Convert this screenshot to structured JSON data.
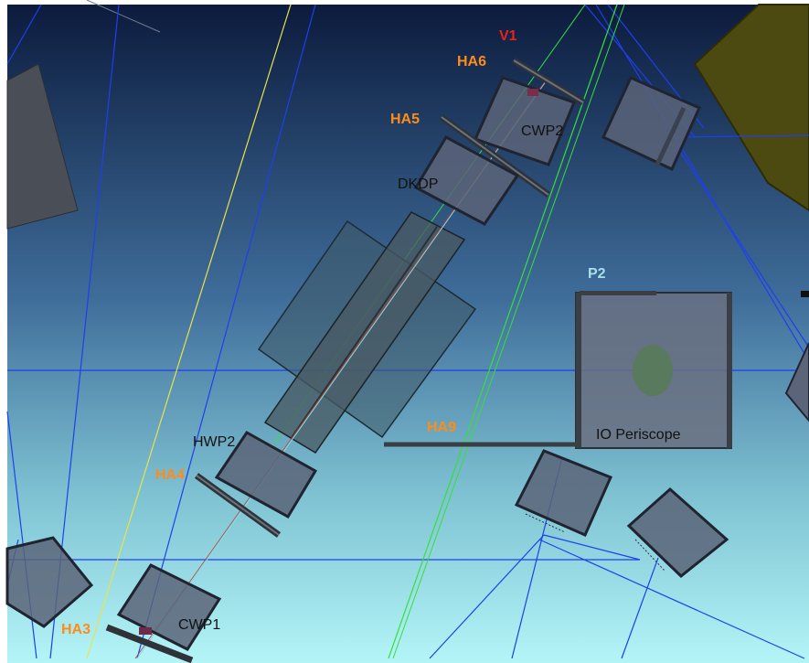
{
  "labels": {
    "v1": "V1",
    "ha6": "HA6",
    "ha5": "HA5",
    "ha4": "HA4",
    "ha3": "HA3",
    "ha9": "HA9",
    "p2": "P2",
    "cwp2": "CWP2",
    "cwp1": "CWP1",
    "dkdp": "DKDP",
    "hwp2": "HWP2",
    "io_periscope": "IO Periscope"
  },
  "colors": {
    "sky_top": "#0b1a3c",
    "sky_mid": "#3f6d9a",
    "sky_bottom": "#aef3f5",
    "beam_blue": "#1f3ff0",
    "beam_green": "#36e03a",
    "beam_yellow": "#e9e34a",
    "label_orange": "#ff8c1a",
    "label_red": "#e8221b",
    "label_cyan": "#a8dfe8",
    "olive": "#4c4a10",
    "box_fill": "#5b6478"
  }
}
